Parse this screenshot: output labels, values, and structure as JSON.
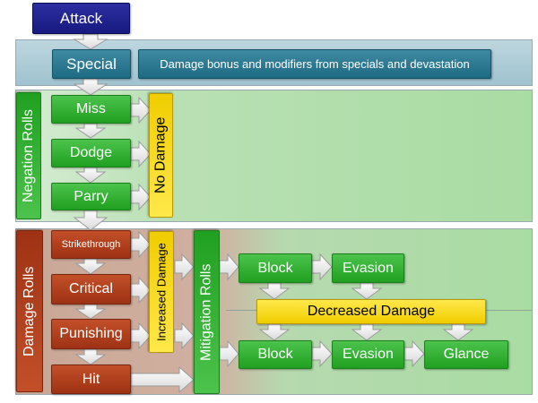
{
  "title": "Attack",
  "special": {
    "label": "Special",
    "description": "Damage bonus and modifiers from specials and devastation"
  },
  "negation": {
    "group_label": "Negation Rolls",
    "rolls": [
      "Miss",
      "Dodge",
      "Parry"
    ],
    "result_label": "No Damage"
  },
  "damage": {
    "group_label": "Damage Rolls",
    "rolls": [
      "Strikethrough",
      "Critical",
      "Punishing",
      "Hit"
    ],
    "increased_label": "Increased Damage"
  },
  "mitigation": {
    "group_label": "Mitigation Rolls",
    "row1": [
      "Block",
      "Evasion"
    ],
    "row2": [
      "Block",
      "Evasion",
      "Glance"
    ],
    "decreased_label": "Decreased Damage"
  },
  "colors": {
    "attack": "#1f2290",
    "special": "#2a7a93",
    "roll_green": "#2db32d",
    "damage_rust": "#ad3d1c",
    "outcome_yellow": "#f5d800"
  }
}
